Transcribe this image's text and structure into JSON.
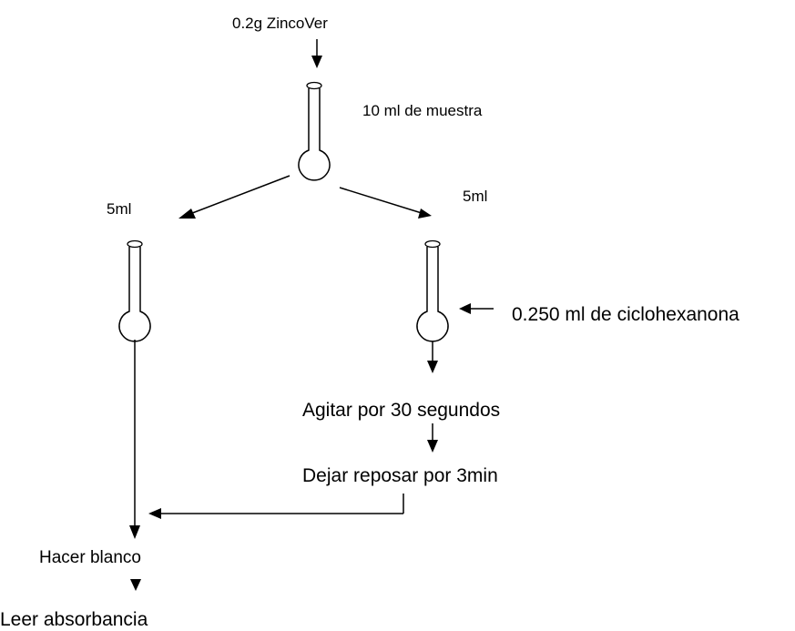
{
  "diagram": {
    "reagent_label": "0.2g ZincoVer",
    "sample_label": "10 ml de muestra",
    "left_split_label": "5ml",
    "right_split_label": "5ml",
    "cyclohexanone_label": "0.250 ml de ciclohexanona",
    "shake_step": "Agitar por 30 segundos",
    "rest_step": "Dejar reposar por 3min",
    "blank_step": "Hacer blanco",
    "read_step": "Leer absorbancia"
  }
}
